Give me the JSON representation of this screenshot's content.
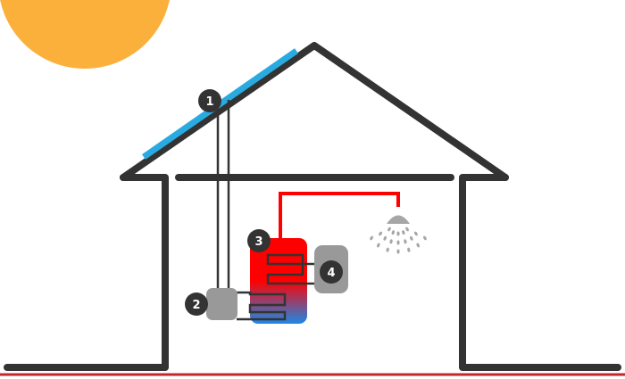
{
  "colors": {
    "sun": "#FBB03B",
    "wall": "#333333",
    "panel": "#29ABE2",
    "hot_pipe": "#FF0000",
    "ground_line": "#C1272D",
    "device_gray": "#999999",
    "shower_gray": "#A6A6A6",
    "tank_top": "#FF0000",
    "tank_bottom": "#1E88E5",
    "marker_bg": "#333333",
    "marker_text": "#FFFFFF"
  },
  "markers": [
    {
      "id": "1",
      "label": "1",
      "refers_to": "solar-collector"
    },
    {
      "id": "2",
      "label": "2",
      "refers_to": "pump-station"
    },
    {
      "id": "3",
      "label": "3",
      "refers_to": "storage-tank"
    },
    {
      "id": "4",
      "label": "4",
      "refers_to": "auxiliary-heater"
    }
  ],
  "icons": [
    "sun-icon",
    "shower-head-icon"
  ]
}
